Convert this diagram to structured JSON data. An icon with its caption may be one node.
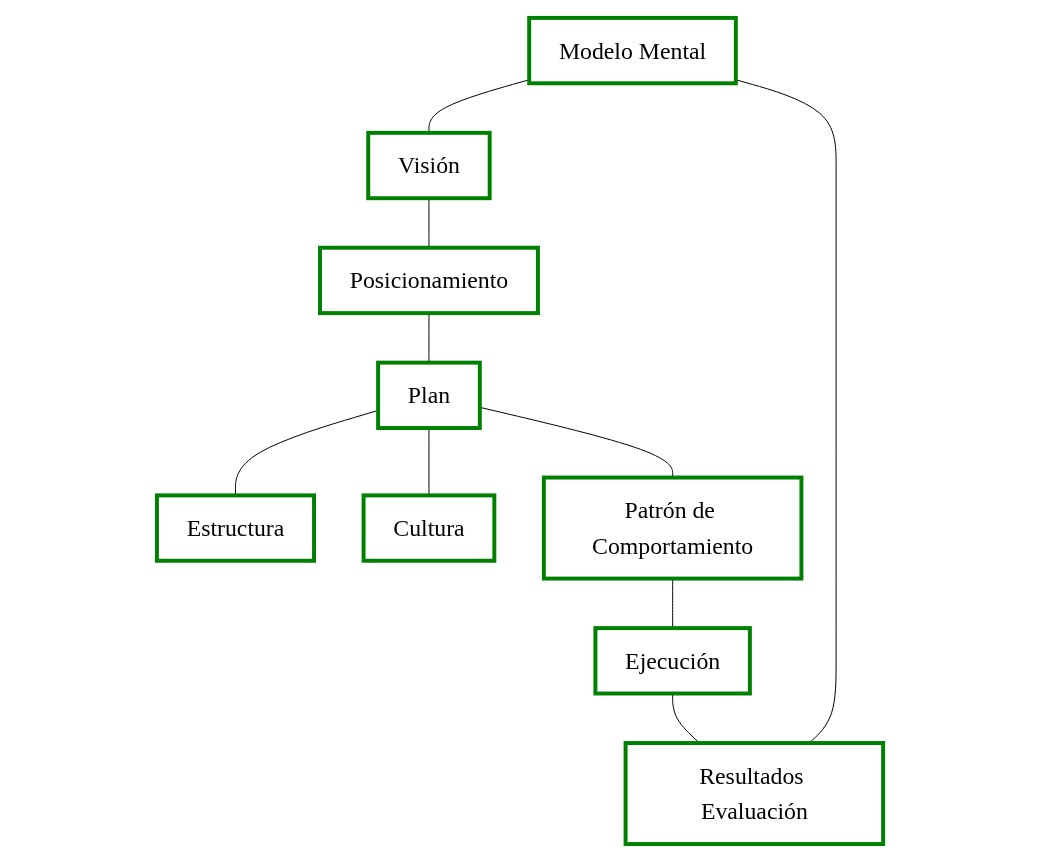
{
  "diagram": {
    "nodes": [
      {
        "text": [
          "Modelo Mental"
        ]
      },
      {
        "text": [
          "Visión"
        ]
      },
      {
        "text": [
          "Posicionamiento"
        ]
      },
      {
        "text": [
          "Plan"
        ]
      },
      {
        "text": [
          "Estructura"
        ]
      },
      {
        "text": [
          "Cultura"
        ]
      },
      {
        "text": [
          "Patrón de Comportamiento"
        ]
      },
      {
        "text": [
          "Ejecución"
        ]
      },
      {
        "text": [
          "Resultados Evaluación"
        ]
      }
    ],
    "edges": [
      {
        "from": 0,
        "to": 1,
        "arrow": "none"
      },
      {
        "from": 1,
        "to": 2,
        "arrow": "none"
      },
      {
        "from": 2,
        "to": 3,
        "arrow": "none"
      },
      {
        "from": 3,
        "to": 4,
        "arrow": "none"
      },
      {
        "from": 3,
        "to": 5,
        "arrow": "none"
      },
      {
        "from": 3,
        "to": 6,
        "arrow": "none"
      },
      {
        "from": 6,
        "to": 7,
        "arrow": "none"
      },
      {
        "from": 7,
        "to": 8,
        "arrow": "none"
      },
      {
        "from": 8,
        "to": 0,
        "arrow": "none"
      }
    ]
  }
}
